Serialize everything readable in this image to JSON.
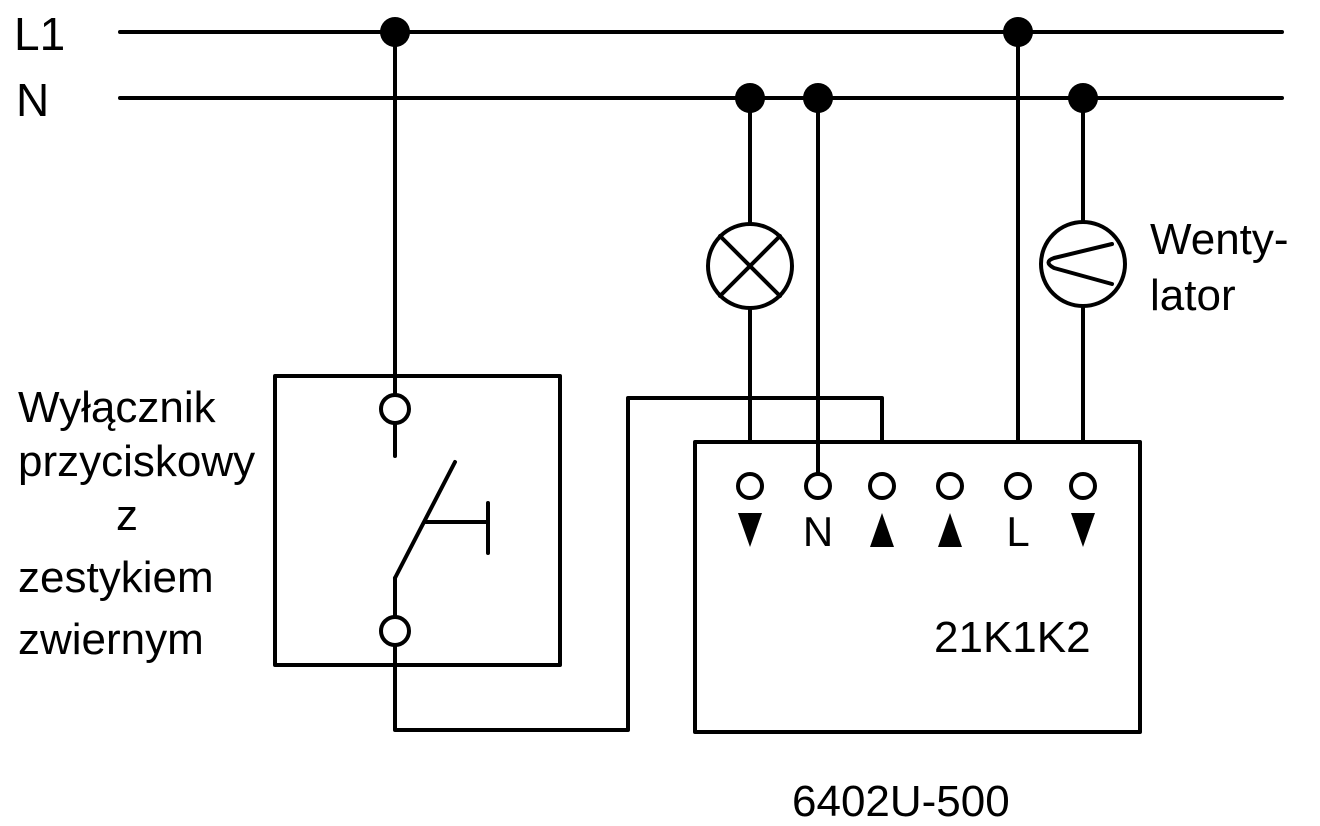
{
  "bus": {
    "l1_label": "L1",
    "n_label": "N"
  },
  "switch": {
    "label_lines": [
      "Wyłącznik",
      "przyciskowy",
      "z",
      "zestykiem",
      "zwiernym"
    ]
  },
  "fan": {
    "label_lines": [
      "Wenty-",
      "lator"
    ]
  },
  "module": {
    "name": "21K1K2",
    "model": "6402U-500",
    "terminals": [
      {
        "kind": "arrow-down",
        "text": ""
      },
      {
        "kind": "text",
        "text": "N"
      },
      {
        "kind": "arrow-up",
        "text": ""
      },
      {
        "kind": "arrow-up",
        "text": ""
      },
      {
        "kind": "text",
        "text": "L"
      },
      {
        "kind": "arrow-down",
        "text": ""
      }
    ]
  }
}
